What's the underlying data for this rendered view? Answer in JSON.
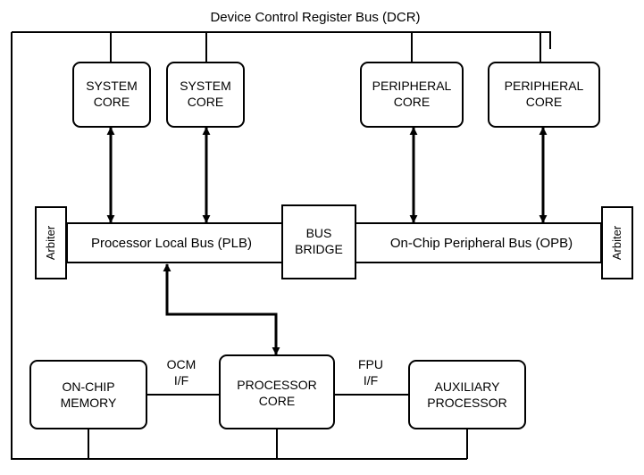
{
  "diagram": {
    "dcr_bus_label": "Device Control Register Bus (DCR)",
    "system_core_1": [
      "SYSTEM",
      "CORE"
    ],
    "system_core_2": [
      "SYSTEM",
      "CORE"
    ],
    "peripheral_core_1": [
      "PERIPHERAL",
      "CORE"
    ],
    "peripheral_core_2": [
      "PERIPHERAL",
      "CORE"
    ],
    "arbiter_left": "Arbiter",
    "arbiter_right": "Arbiter",
    "plb_label": "Processor Local Bus (PLB)",
    "bus_bridge": [
      "BUS",
      "BRIDGE"
    ],
    "opb_label": "On-Chip Peripheral Bus (OPB)",
    "ocm_if": [
      "OCM",
      "I/F"
    ],
    "fpu_if": [
      "FPU",
      "I/F"
    ],
    "on_chip_memory": [
      "ON-CHIP",
      "MEMORY"
    ],
    "processor_core": [
      "PROCESSOR",
      "CORE"
    ],
    "auxiliary_processor": [
      "AUXILIARY",
      "PROCESSOR"
    ]
  }
}
